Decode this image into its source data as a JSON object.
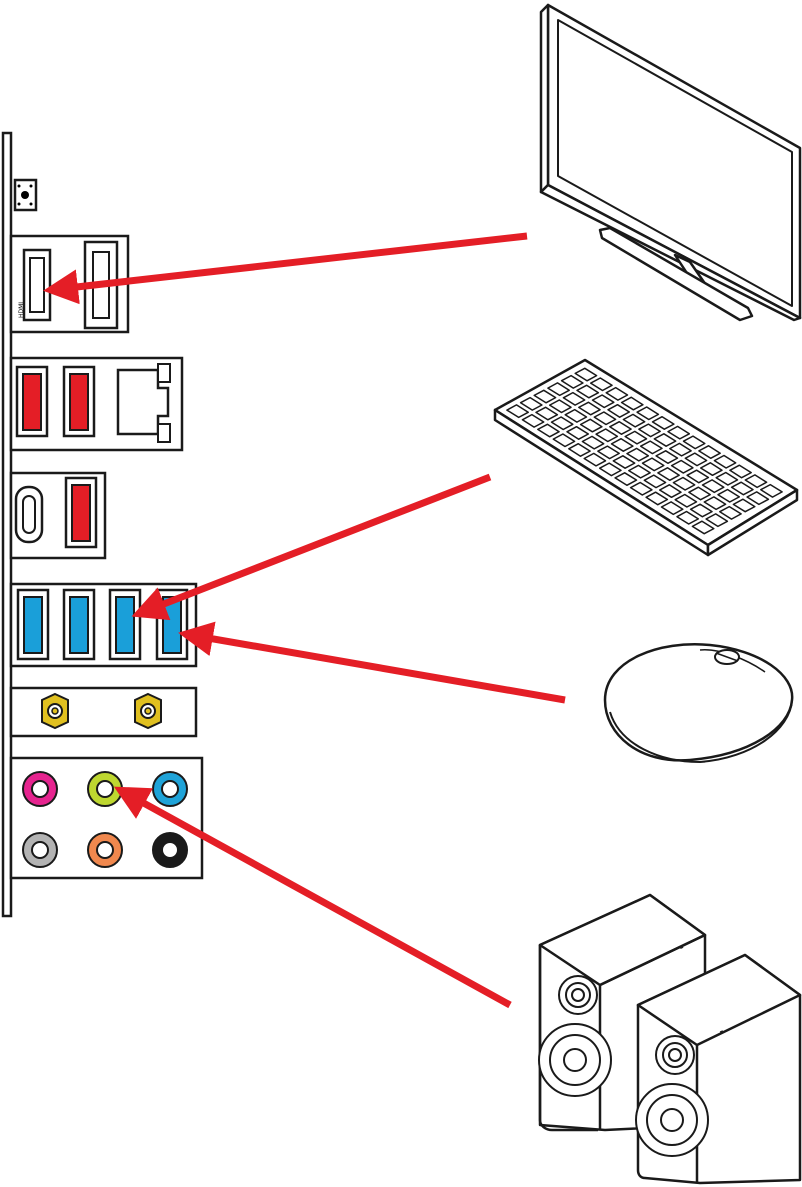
{
  "io_panel": {
    "hdmi_mark": "HDMI",
    "audio_jack_colors": {
      "pink": "#e6248f",
      "lime": "#bed730",
      "blue": "#1fa3d8",
      "gray": "#b3b3b3",
      "orange": "#f0884e",
      "black": "#1a1a1a"
    },
    "usb_red": "#e41e26",
    "usb_blue": "#1a9fd9",
    "antenna_gold": "#e0c020"
  },
  "connections": [
    {
      "device": "monitor-icon",
      "port": "hdmi-port"
    },
    {
      "device": "keyboard-icon",
      "port": "usb-blue-port-3"
    },
    {
      "device": "mouse-icon",
      "port": "usb-blue-port-4"
    },
    {
      "device": "speakers-icon",
      "port": "audio-line-out-jack"
    }
  ],
  "arrow_color": "#e41e26"
}
